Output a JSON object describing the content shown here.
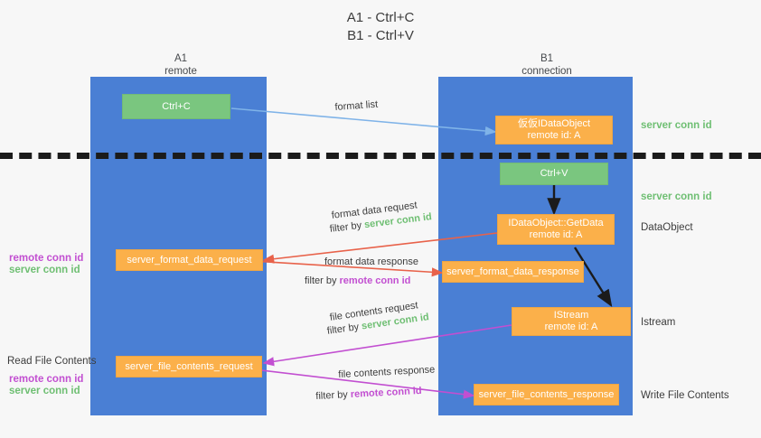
{
  "title": {
    "line1": "A1 - Ctrl+C",
    "line2": "B1 - Ctrl+V"
  },
  "columns": [
    {
      "name": "A1",
      "role": "remote"
    },
    {
      "name": "B1",
      "role": "connection"
    }
  ],
  "colors": {
    "lane": "#4a7fd4",
    "green_node": "#7ac67f",
    "orange_node": "#fbb04a",
    "server_conn_id": "#6fbf73",
    "remote_conn_id": "#c24fd1",
    "arrow_blue": "#7fb3e8",
    "arrow_red": "#e8624a",
    "arrow_magenta": "#c24fd1",
    "arrow_dark": "#1b1b1b",
    "separator": "#1b1b1b"
  },
  "nodes": {
    "ctrl_c": {
      "line1": "Ctrl+C",
      "line2": ""
    },
    "idataobject": {
      "line1": "仮仮IDataObject",
      "line2": "remote id: A"
    },
    "ctrl_v": {
      "line1": "Ctrl+V",
      "line2": ""
    },
    "getdata": {
      "line1": "IDataObject::GetData",
      "line2": "remote id: A"
    },
    "server_format_data_request": {
      "line1": "server_format_data_request",
      "line2": ""
    },
    "server_format_data_response": {
      "line1": "server_format_data_response",
      "line2": ""
    },
    "istream": {
      "line1": "IStream",
      "line2": "remote id: A"
    },
    "server_file_contents_request": {
      "line1": "server_file_contents_request",
      "line2": ""
    },
    "server_file_contents_response": {
      "line1": "server_file_contents_response",
      "line2": ""
    }
  },
  "edge_labels": {
    "format_list": "format list",
    "format_data_request": "format data request",
    "format_data_request_filter_prefix": "filter by ",
    "format_data_request_filter_key": "server conn id",
    "format_data_response": "format data response",
    "format_data_response_filter_prefix": "filter by ",
    "format_data_response_filter_key": "remote conn id",
    "file_contents_request": "file contents request",
    "file_contents_request_filter_prefix": "filter by ",
    "file_contents_request_filter_key": "server conn id",
    "file_contents_response": "file contents response",
    "file_contents_response_filter_prefix": "filter by ",
    "file_contents_response_filter_key": "remote conn id"
  },
  "right_captions": {
    "server_conn_id_top": "server conn id",
    "server_conn_id_mid": "server conn id",
    "dataobject": "DataObject",
    "istream": "Istream",
    "write_file_contents": "Write File Contents"
  },
  "left_captions": {
    "remote_conn_id_upper": "remote conn id",
    "server_conn_id_upper": "server conn id",
    "read_file_contents": "Read File Contents",
    "remote_conn_id_lower": "remote conn id",
    "server_conn_id_lower": "server conn id"
  }
}
